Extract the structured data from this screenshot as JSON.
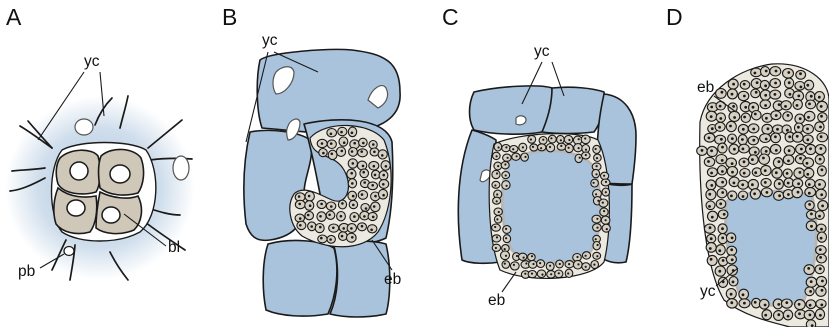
{
  "panels": [
    {
      "id": "A",
      "letter": "A",
      "labels": {
        "yc": "yc",
        "pb": "pb",
        "bl": "bl"
      }
    },
    {
      "id": "B",
      "letter": "B",
      "labels": {
        "yc": "yc",
        "eb": "eb"
      }
    },
    {
      "id": "C",
      "letter": "C",
      "labels": {
        "yc": "yc",
        "eb": "eb"
      }
    },
    {
      "id": "D",
      "letter": "D",
      "labels": {
        "eb": "eb",
        "yc": "yc"
      }
    }
  ],
  "colors": {
    "yolk_cell": "#a9c3dd",
    "embryonic_cell": "#d6d0c2",
    "blastomere": "#cfc8b8",
    "outline": "#1a1a1a",
    "background": "#ffffff"
  }
}
